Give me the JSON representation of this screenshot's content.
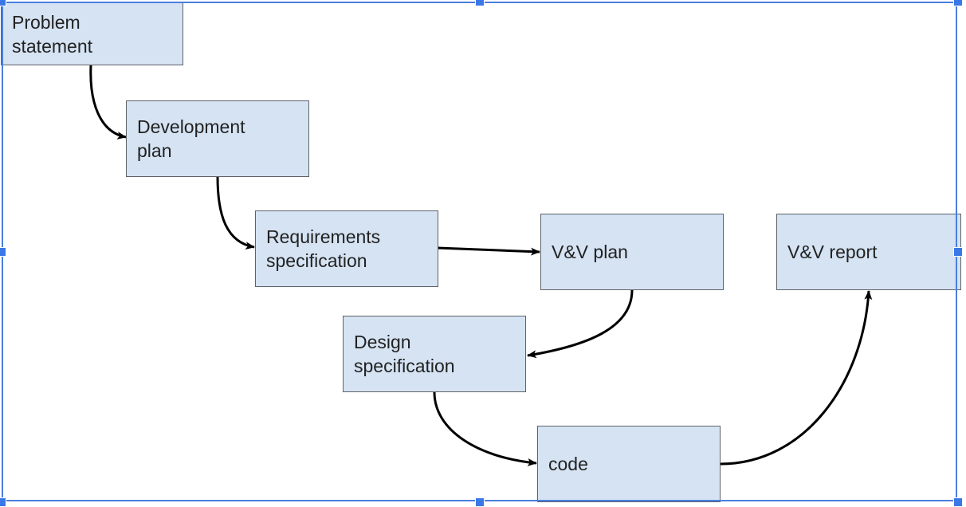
{
  "diagram": {
    "nodes": {
      "problem_statement": "Problem\nstatement",
      "development_plan": "Development\nplan",
      "requirements_spec": "Requirements\nspecification",
      "vv_plan": "V&V plan",
      "vv_report": "V&V report",
      "design_spec": "Design\nspecification",
      "code": "code"
    },
    "edges": [
      {
        "from": "problem_statement",
        "to": "development_plan"
      },
      {
        "from": "development_plan",
        "to": "requirements_spec"
      },
      {
        "from": "requirements_spec",
        "to": "vv_plan"
      },
      {
        "from": "vv_plan",
        "to": "design_spec"
      },
      {
        "from": "design_spec",
        "to": "code"
      },
      {
        "from": "code",
        "to": "vv_report"
      }
    ],
    "colors": {
      "node_fill": "#d5e3f3",
      "node_border": "#5f6368",
      "edge": "#000000",
      "selection": "#3b78e7"
    }
  }
}
